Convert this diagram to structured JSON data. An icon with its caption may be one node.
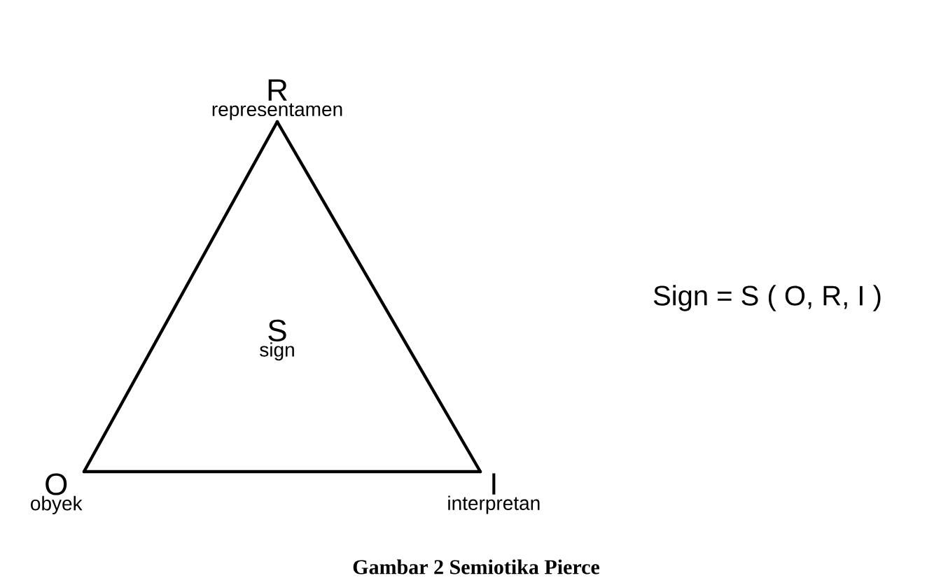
{
  "diagram": {
    "caption": "Gambar 2 Semiotika Pierce",
    "nodes": [
      {
        "text": [
          "R",
          "representamen"
        ]
      },
      {
        "text": [
          "O",
          "obyek"
        ]
      },
      {
        "text": [
          "I",
          "interpretan"
        ]
      },
      {
        "text": [
          "S",
          "sign"
        ]
      }
    ],
    "edges": [
      {
        "from": 0,
        "to": 1,
        "arrow": "none"
      },
      {
        "from": 1,
        "to": 2,
        "arrow": "none"
      },
      {
        "from": 2,
        "to": 0,
        "arrow": "none"
      }
    ],
    "labels": [
      "Sign = S ( O, R, I )"
    ]
  }
}
